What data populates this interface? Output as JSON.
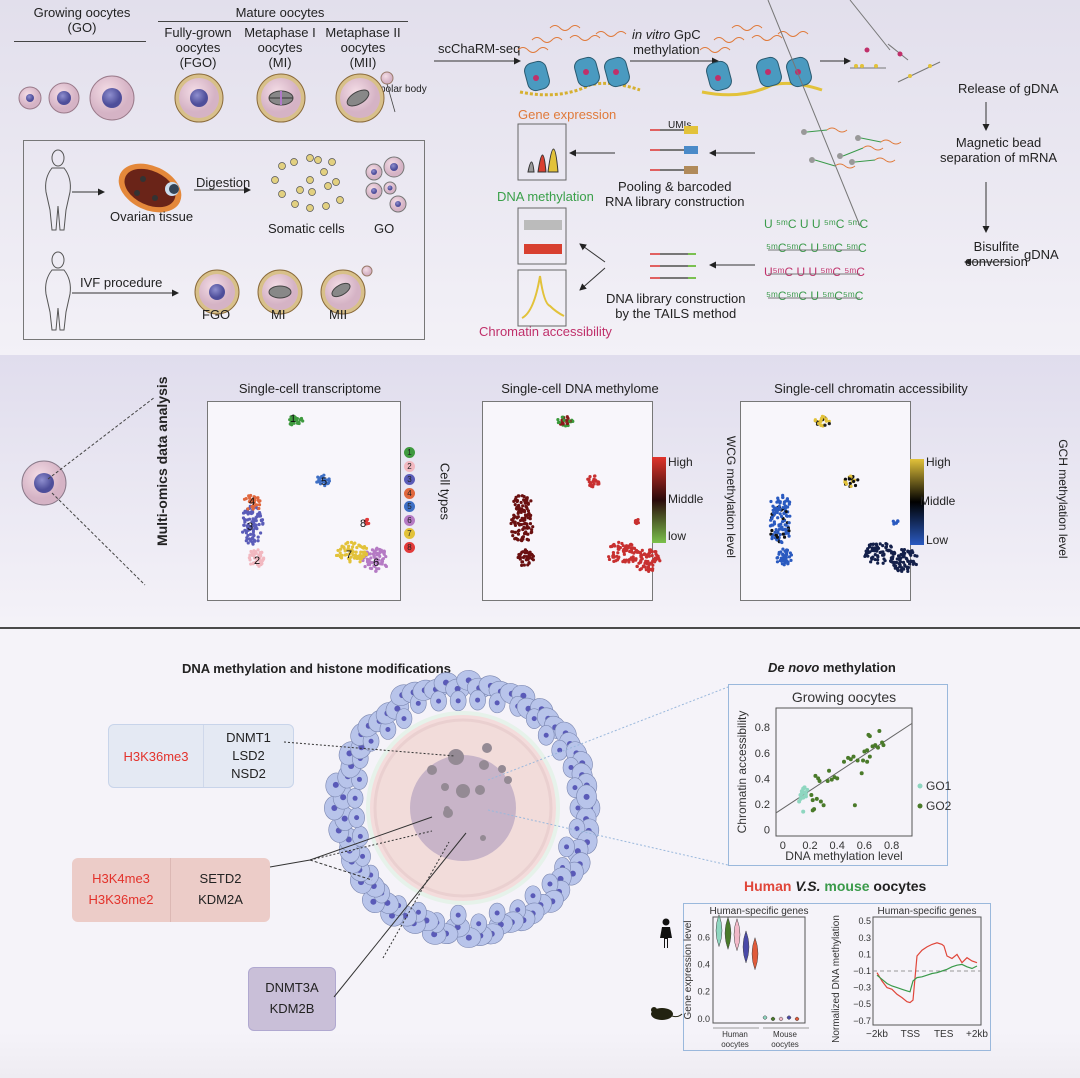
{
  "panel_a": {
    "stage_headers": {
      "growing": "Growing oocytes\n(GO)",
      "mature": "Mature oocytes",
      "fgo": "Fully-grown\noocytes\n(FGO)",
      "mi": "Metaphase I\noocytes\n(MI)",
      "mii": "Metaphase II\noocytes\n(MII)",
      "polar_body": "polar body"
    },
    "collection": {
      "digestion": "Digestion",
      "ovarian_tissue": "Ovarian tissue",
      "somatic_cells": "Somatic cells",
      "go": "GO",
      "ivf": "IVF procedure",
      "fgo": "FGO",
      "mi": "MI",
      "mii": "MII"
    },
    "workflow": {
      "scCharmseq": "scChaRM-seq",
      "gpc_italic": "in vitro",
      "gpc_rest": " GpC",
      "gpc_line2": "methylation",
      "release": "Release of gDNA",
      "magnetic": "Magnetic bead\nseparation of mRNA",
      "umis": "UMIs",
      "pooling": "Pooling & barcoded\nRNA library construction",
      "gdna": "gDNA",
      "bisulfite": "Bisulfite\nconversion",
      "dna_library": "DNA library construction\nby the TAILS method",
      "gene_expression": "Gene expression",
      "dna_methylation": "DNA methylation",
      "chromatin_accessibility": "Chromatin accessibility",
      "bisulfite_strands": [
        "U ⁵ᵐC  U U ⁵ᵐC ⁵ᵐC",
        "⁵ᵐC⁵ᵐC  U ⁵ᵐC ⁵ᵐC",
        "U⁵ᵐC  U  U ⁵ᵐC ⁵ᵐC",
        "⁵ᵐC⁵ᵐC  U ⁵ᵐC⁵ᵐC"
      ]
    },
    "colors": {
      "gene_expression": "#e07a3a",
      "dna_methylation": "#3aa04a",
      "chromatin_accessibility": "#c0306a"
    }
  },
  "panel_b": {
    "side_label": "Multi-omics data analysis",
    "transcriptome_title": "Single-cell transcriptome",
    "methylome_title": "Single-cell DNA methylome",
    "accessibility_title": "Single-cell chromatin accessibility",
    "cell_types_label": "Cell types",
    "cell_types": [
      {
        "id": "1",
        "color": "#3f9a3f"
      },
      {
        "id": "2",
        "color": "#f2b8c0"
      },
      {
        "id": "3",
        "color": "#5a5cb8"
      },
      {
        "id": "4",
        "color": "#e0683e"
      },
      {
        "id": "5",
        "color": "#3e6fc4"
      },
      {
        "id": "6",
        "color": "#b57ac4"
      },
      {
        "id": "7",
        "color": "#e2c23a"
      },
      {
        "id": "8",
        "color": "#e23a3a"
      }
    ],
    "wcg_legend": {
      "high": "High",
      "middle": "Middle",
      "low": "low",
      "title": "WCG methylation level"
    },
    "gch_legend": {
      "high": "High",
      "middle": "Middle",
      "low": "Low",
      "title": "GCH methylation level"
    }
  },
  "panel_c": {
    "title": "DNA methylation and histone modifications",
    "card_blue": {
      "marks": [
        "H3K36me3"
      ],
      "enzymes": [
        "DNMT1",
        "LSD2",
        "NSD2"
      ]
    },
    "card_red": {
      "marks": [
        "H3K4me3",
        "H3K36me2"
      ],
      "enzymes": [
        "SETD2",
        "KDM2A"
      ]
    },
    "card_purple": {
      "enzymes": [
        "DNMT3A",
        "KDM2B"
      ]
    },
    "de_novo_italic": "De novo",
    "de_novo_rest": " methylation",
    "species_title": {
      "human": "Human",
      "vs": "V.S.",
      "mouse": "mouse",
      "rest": "oocytes"
    }
  },
  "chart_data": [
    {
      "type": "scatter",
      "title": "Growing oocytes",
      "xlabel": "DNA methylation level",
      "ylabel": "Chromatin accessibility",
      "xlim": [
        -0.05,
        0.95
      ],
      "ylim": [
        -0.05,
        0.95
      ],
      "xticks": [
        "0",
        "0.2",
        "0.4",
        "0.6",
        "0.8"
      ],
      "yticks": [
        "0",
        "0.2",
        "0.4",
        "0.6",
        "0.8"
      ],
      "legend": "right",
      "fit_line": {
        "x": [
          -0.05,
          0.95
        ],
        "y": [
          0.13,
          0.83
        ]
      },
      "series": [
        {
          "name": "GO1",
          "color": "#8ed6c0",
          "points": [
            [
              0.12,
              0.22
            ],
            [
              0.13,
              0.27
            ],
            [
              0.14,
              0.3
            ],
            [
              0.15,
              0.32
            ],
            [
              0.16,
              0.29
            ],
            [
              0.17,
              0.26
            ],
            [
              0.15,
              0.25
            ],
            [
              0.18,
              0.31
            ],
            [
              0.14,
              0.28
            ],
            [
              0.16,
              0.33
            ],
            [
              0.13,
              0.24
            ],
            [
              0.17,
              0.28
            ],
            [
              0.15,
              0.14
            ]
          ]
        },
        {
          "name": "GO2",
          "color": "#4a7a2a",
          "points": [
            [
              0.21,
              0.27
            ],
            [
              0.22,
              0.23
            ],
            [
              0.23,
              0.16
            ],
            [
              0.22,
              0.15
            ],
            [
              0.25,
              0.24
            ],
            [
              0.28,
              0.22
            ],
            [
              0.3,
              0.19
            ],
            [
              0.24,
              0.42
            ],
            [
              0.26,
              0.4
            ],
            [
              0.27,
              0.38
            ],
            [
              0.33,
              0.38
            ],
            [
              0.34,
              0.46
            ],
            [
              0.36,
              0.39
            ],
            [
              0.38,
              0.41
            ],
            [
              0.4,
              0.4
            ],
            [
              0.45,
              0.53
            ],
            [
              0.48,
              0.56
            ],
            [
              0.5,
              0.55
            ],
            [
              0.52,
              0.57
            ],
            [
              0.55,
              0.54
            ],
            [
              0.53,
              0.19
            ],
            [
              0.58,
              0.44
            ],
            [
              0.59,
              0.54
            ],
            [
              0.6,
              0.61
            ],
            [
              0.62,
              0.62
            ],
            [
              0.63,
              0.74
            ],
            [
              0.64,
              0.73
            ],
            [
              0.64,
              0.57
            ],
            [
              0.66,
              0.65
            ],
            [
              0.68,
              0.66
            ],
            [
              0.7,
              0.64
            ],
            [
              0.71,
              0.77
            ],
            [
              0.73,
              0.68
            ],
            [
              0.74,
              0.66
            ],
            [
              0.62,
              0.53
            ]
          ]
        }
      ]
    },
    {
      "type": "violin",
      "title": "Human-specific genes",
      "ylabel": "Gene expression level",
      "yticks": [
        "0.0",
        "0.2",
        "0.4",
        "0.6"
      ],
      "ylim": [
        -0.03,
        0.75
      ],
      "groups": [
        "Human\noocytes",
        "Mouse\noocytes"
      ],
      "violins": [
        {
          "group": "Human",
          "median": 0.65,
          "color": "#8ed6c0"
        },
        {
          "group": "Human",
          "median": 0.63,
          "color": "#4a7a2a"
        },
        {
          "group": "Human",
          "median": 0.62,
          "color": "#f2b8c8"
        },
        {
          "group": "Human",
          "median": 0.53,
          "color": "#4a4aa8"
        },
        {
          "group": "Human",
          "median": 0.48,
          "color": "#e05a3a"
        },
        {
          "group": "Mouse",
          "median": 0.01,
          "color": "#8ed6c0"
        },
        {
          "group": "Mouse",
          "median": 0.0,
          "color": "#4a7a2a"
        },
        {
          "group": "Mouse",
          "median": 0.0,
          "color": "#f2b8c8"
        },
        {
          "group": "Mouse",
          "median": 0.01,
          "color": "#4a4aa8"
        },
        {
          "group": "Mouse",
          "median": 0.0,
          "color": "#e05a3a"
        }
      ]
    },
    {
      "type": "line",
      "title": "Human-specific genes",
      "ylabel": "Normalized DNA methylation",
      "xticks": [
        "−2kb",
        "TSS",
        "TES",
        "+2kb"
      ],
      "yticks": [
        "0.5",
        "0.3",
        "0.1",
        "−0.1",
        "−0.3",
        "−0.5",
        "−0.7"
      ],
      "ylim": [
        -0.75,
        0.55
      ],
      "reference_line": -0.1,
      "series": [
        {
          "name": "Human",
          "color": "#e0463a",
          "x": [
            0,
            0.05,
            0.1,
            0.15,
            0.2,
            0.25,
            0.3,
            0.33,
            0.36,
            0.4,
            0.45,
            0.5,
            0.55,
            0.6,
            0.65,
            0.67,
            0.7,
            0.75,
            0.8,
            0.85,
            0.9,
            0.95,
            1.0
          ],
          "y": [
            -0.12,
            -0.22,
            -0.3,
            -0.32,
            -0.38,
            -0.42,
            -0.47,
            -0.48,
            -0.45,
            0.08,
            0.15,
            0.19,
            0.22,
            0.24,
            0.22,
            0.2,
            0.08,
            0.05,
            0.1,
            0.0,
            0.06,
            0.02,
            0.0
          ]
        },
        {
          "name": "Mouse",
          "color": "#3a9a4a",
          "x": [
            0,
            0.05,
            0.1,
            0.15,
            0.2,
            0.25,
            0.3,
            0.33,
            0.36,
            0.4,
            0.45,
            0.5,
            0.55,
            0.6,
            0.65,
            0.7,
            0.75,
            0.8,
            0.85,
            0.9,
            0.95,
            1.0
          ],
          "y": [
            -0.15,
            -0.2,
            -0.25,
            -0.28,
            -0.3,
            -0.32,
            -0.34,
            -0.35,
            -0.22,
            -0.18,
            -0.17,
            -0.15,
            -0.13,
            -0.12,
            -0.1,
            -0.08,
            -0.05,
            -0.03,
            -0.02,
            -0.05,
            -0.07,
            -0.04
          ]
        }
      ]
    }
  ]
}
